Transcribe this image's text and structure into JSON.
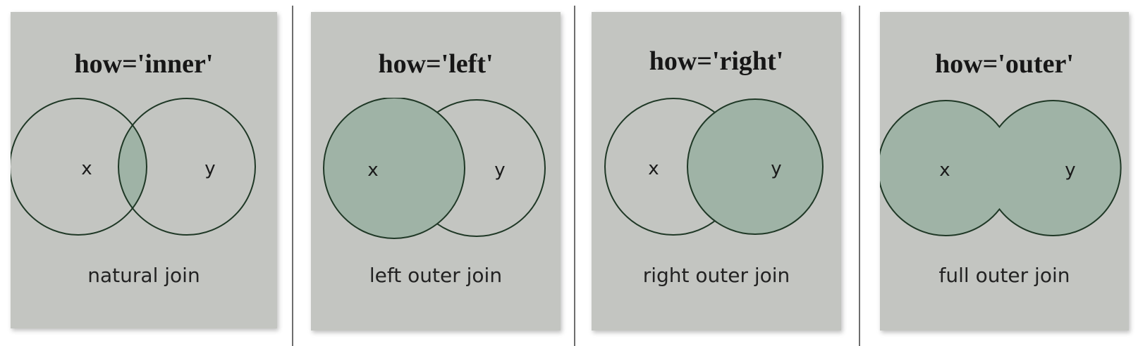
{
  "colors": {
    "card_background": "#c3c5c1",
    "fill": "#9fb3a6",
    "stroke": "#1f3826",
    "divider": "#6e6e6e"
  },
  "panels": [
    {
      "title": "how='inner'",
      "left_label": "x",
      "right_label": "y",
      "caption": "natural join",
      "shaded": "intersection"
    },
    {
      "title": "how='left'",
      "left_label": "x",
      "right_label": "y",
      "caption": "left outer join",
      "shaded": "left"
    },
    {
      "title": "how='right'",
      "left_label": "x",
      "right_label": "y",
      "caption": "right outer join",
      "shaded": "right"
    },
    {
      "title": "how='outer'",
      "left_label": "x",
      "right_label": "y",
      "caption": "full outer join",
      "shaded": "union"
    }
  ]
}
